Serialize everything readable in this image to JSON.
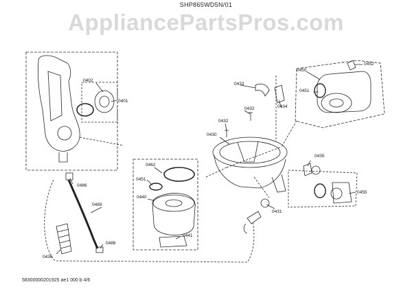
{
  "header": {
    "model": "SHP865WD5N/01",
    "watermark": "AppliancePartsPros.com"
  },
  "footer": {
    "document_id": "58300000201925 ae1 000 b 4/6"
  },
  "part_labels": [
    "0401",
    "0402",
    "0430",
    "0431",
    "0432",
    "0433",
    "0434",
    "0435",
    "0436",
    "0440",
    "0441",
    "0450",
    "0451",
    "0451",
    "0452",
    "0455",
    "0462",
    "0486",
    "0488",
    "0489"
  ]
}
